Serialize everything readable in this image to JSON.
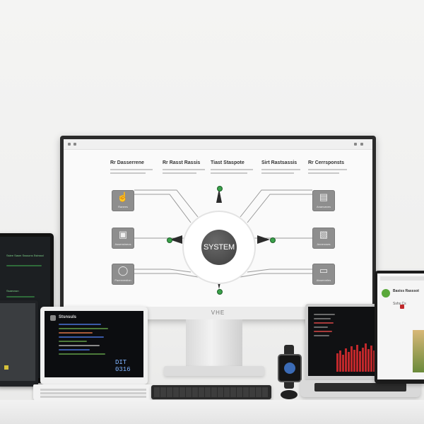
{
  "monitor": {
    "brand_label": "VHE",
    "hub_label": "SYSTEM",
    "columns": [
      {
        "heading": "Rr Dasserrene"
      },
      {
        "heading": "Rr Rasst Rassis"
      },
      {
        "heading": "Tiast Staspote"
      },
      {
        "heading": "Sirt Rastsassis"
      },
      {
        "heading": "Rr Cerrsponsts"
      }
    ],
    "left_nodes": [
      {
        "icon": "hand-icon",
        "glyph": "☝",
        "label": "Ranees"
      },
      {
        "icon": "chip-icon",
        "glyph": "▣",
        "label": "Assenstneos"
      },
      {
        "icon": "bulb-icon",
        "glyph": "◯",
        "label": "Parenvestion"
      }
    ],
    "right_nodes": [
      {
        "icon": "server-icon",
        "glyph": "▤",
        "label": "Ananvanes"
      },
      {
        "icon": "document-icon",
        "glyph": "▧",
        "label": "Anneroses"
      },
      {
        "icon": "panel-icon",
        "glyph": "▭",
        "label": "Aisserveles"
      }
    ]
  },
  "laptop_left": {
    "app_name": "Stsnsuls",
    "display_value": "DIT 0316"
  },
  "tablet_left": {
    "text_line_1": "Ssiee Sasm Ssssons Sstrsssl",
    "text_line_2": "Ssaeossn"
  },
  "tablet_right": {
    "title": "Basiss Rasssot",
    "subtitle": "Sshs Cs"
  },
  "colors": {
    "accent_green": "#3aa14a",
    "chart_red": "#c0282b",
    "hub_dark": "#4a4a4a"
  }
}
